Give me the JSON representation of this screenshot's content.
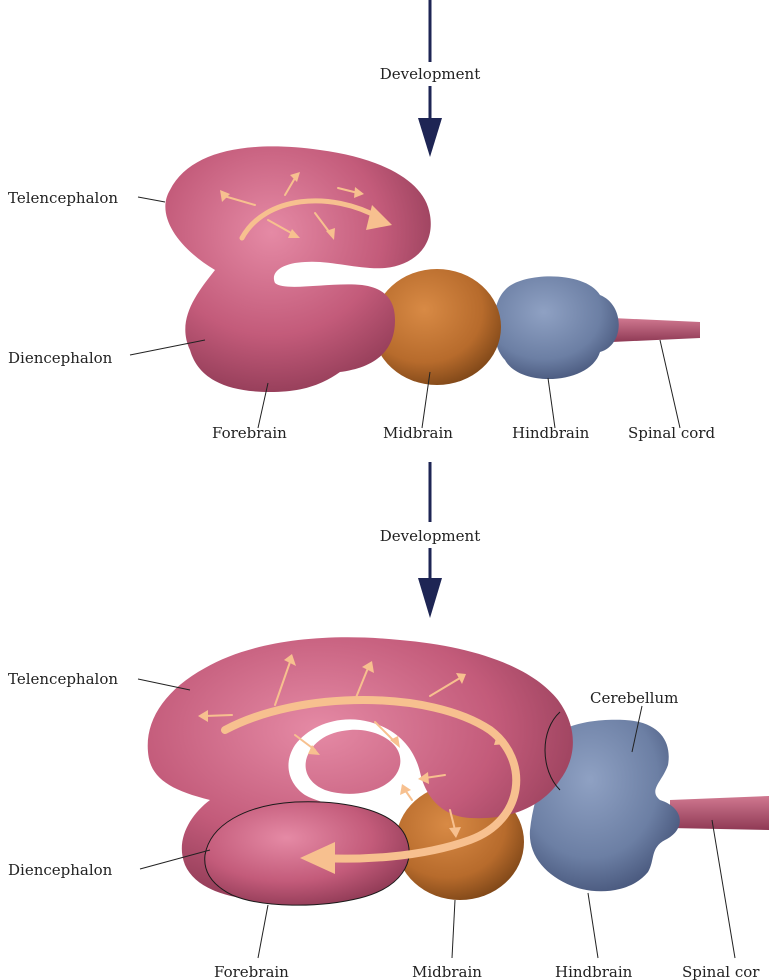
{
  "colors": {
    "forebrain": "#c35b7a",
    "forebrain_light": "#e07c9a",
    "forebrain_dark": "#8f3a55",
    "midbrain": "#b76b2c",
    "midbrain_dark": "#7c4517",
    "hindbrain": "#6c7fa4",
    "hindbrain_dark": "#46557a",
    "growth_arrow": "#f7c08f",
    "dev_arrow": "#1e2554",
    "spinal": "#b05a72"
  },
  "top": {
    "arrow_label": "Development",
    "labels": {
      "telencephalon": "Telencephalon",
      "diencephalon": "Diencephalon",
      "forebrain": "Forebrain",
      "midbrain": "Midbrain",
      "hindbrain": "Hindbrain",
      "spinal_cord": "Spinal cord"
    }
  },
  "bottom": {
    "arrow_label": "Development",
    "labels": {
      "telencephalon": "Telencephalon",
      "cerebellum": "Cerebellum",
      "diencephalon": "Diencephalon",
      "forebrain": "Forebrain",
      "midbrain": "Midbrain",
      "hindbrain": "Hindbrain",
      "spinal_cord": "Spinal cor"
    }
  }
}
